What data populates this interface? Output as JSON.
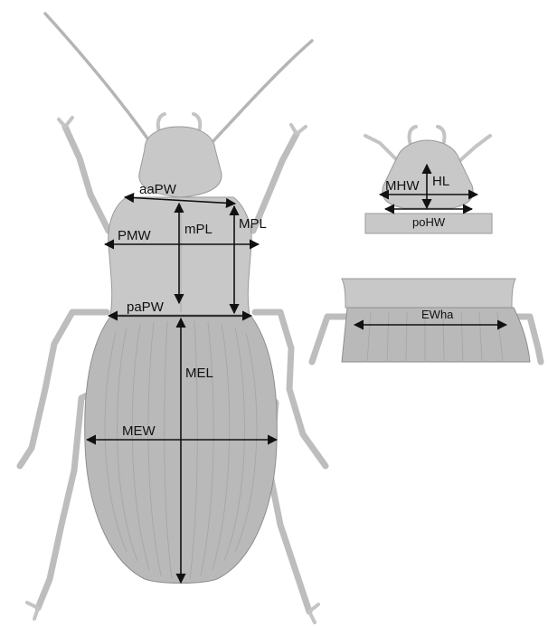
{
  "figure": {
    "main_labels": {
      "aaPW": "aaPW",
      "PMW": "PMW",
      "mPL": "mPL",
      "MPL": "MPL",
      "paPW": "paPW",
      "MEL": "MEL",
      "MEW": "MEW"
    },
    "head_inset_labels": {
      "MHW": "MHW",
      "HL": "HL",
      "poHW": "poHW"
    },
    "elytra_inset_labels": {
      "EWha": "EWha"
    }
  }
}
